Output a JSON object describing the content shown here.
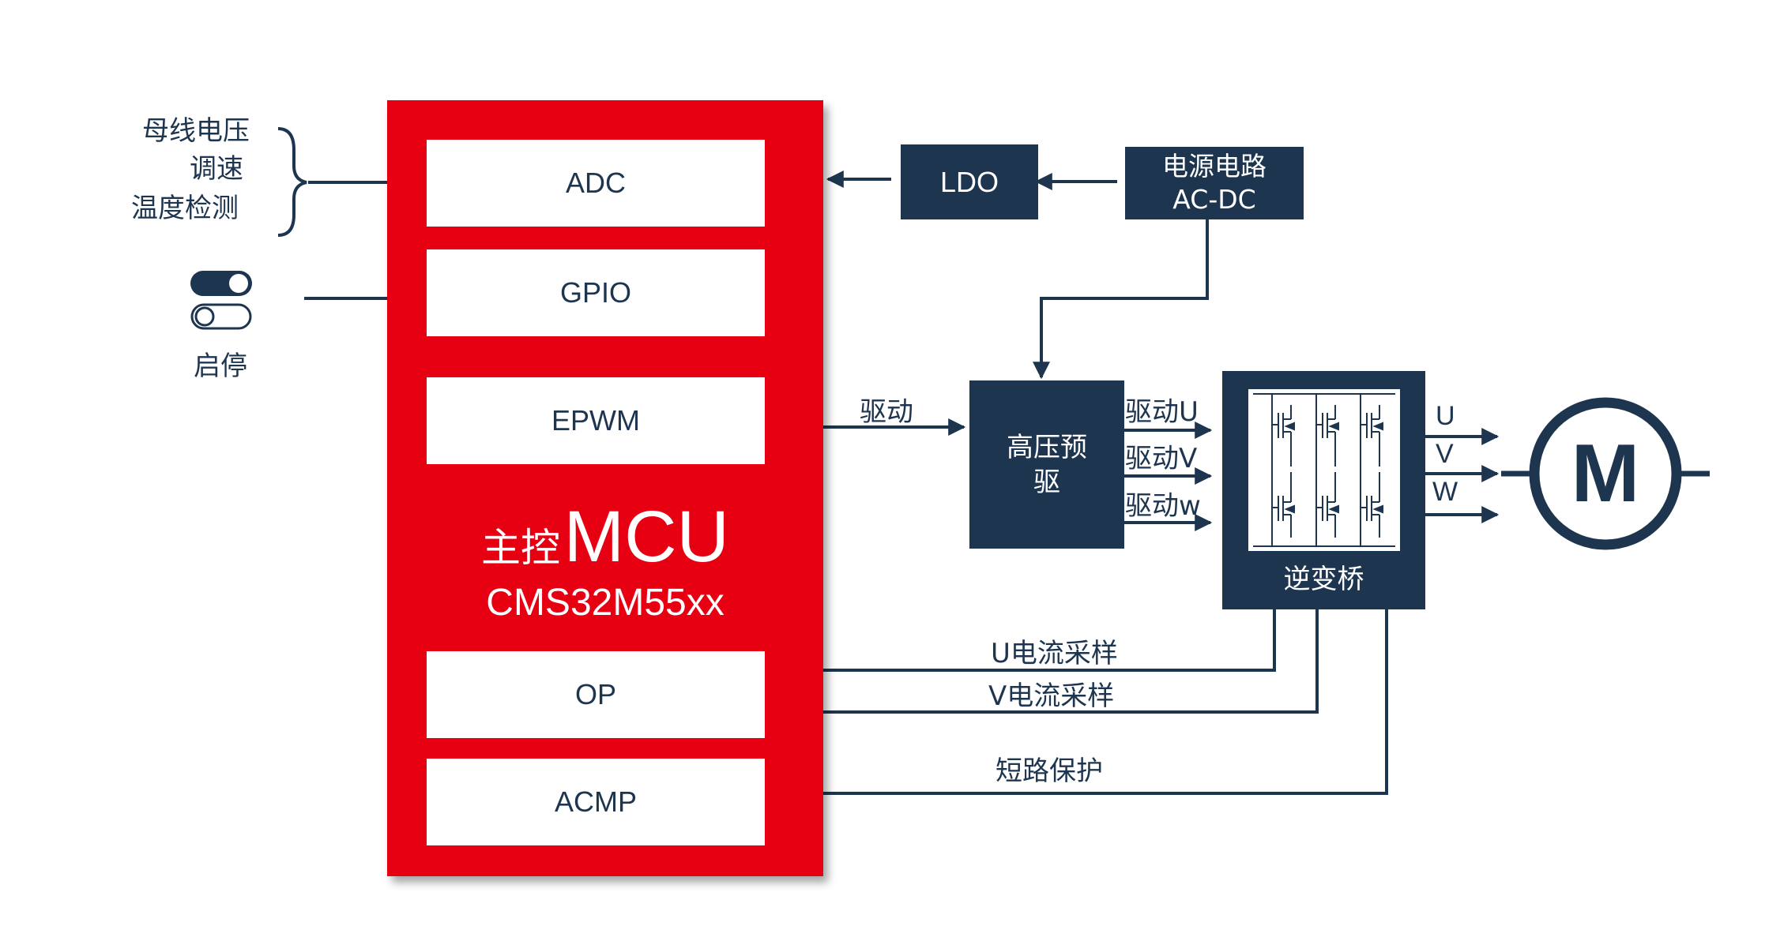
{
  "inputs": {
    "analog_labels": [
      "母线电压",
      "调速",
      "温度检测"
    ],
    "switch_label": "启停"
  },
  "mcu": {
    "title_prefix": "主控",
    "title_name": "MCU",
    "model": "CMS32M55xx",
    "peripherals": {
      "adc": "ADC",
      "gpio": "GPIO",
      "epwm": "EPWM",
      "op": "OP",
      "acmp": "ACMP"
    }
  },
  "power": {
    "ldo": "LDO",
    "supply_line1": "电源电路",
    "supply_line2": "AC-DC"
  },
  "driver": {
    "input_label": "驱动",
    "block_line1": "高压预",
    "block_line2": "驱",
    "out_u": "驱动U",
    "out_v": "驱动V",
    "out_w": "驱动w"
  },
  "inverter": {
    "label": "逆变桥",
    "phase_u": "U",
    "phase_v": "V",
    "phase_w": "W"
  },
  "motor": {
    "symbol": "M"
  },
  "feedback": {
    "u_current": "U电流采样",
    "v_current": "V电流采样",
    "short_protect": "短路保护"
  },
  "colors": {
    "mcu_red": "#e60012",
    "navy": "#1e3550",
    "white": "#ffffff"
  }
}
